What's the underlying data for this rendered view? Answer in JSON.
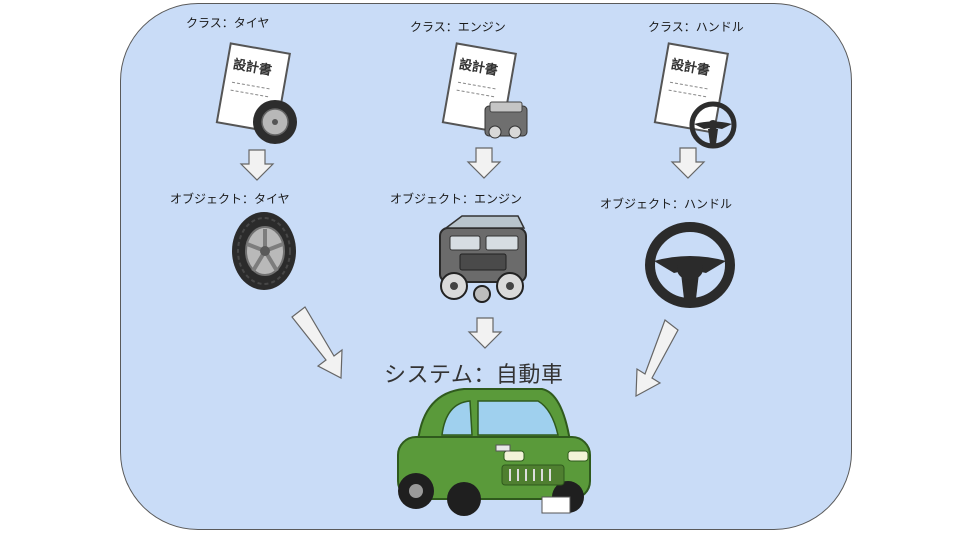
{
  "columns": [
    {
      "id": "tire",
      "class_label": "クラス：タイヤ",
      "object_label": "オブジェクト：タイヤ"
    },
    {
      "id": "engine",
      "class_label": "クラス：エンジン",
      "object_label": "オブジェクト：エンジン"
    },
    {
      "id": "handle",
      "class_label": "クラス：ハンドル",
      "object_label": "オブジェクト：ハンドル"
    }
  ],
  "doc_title": "設計書",
  "system_label": "システム：自動車",
  "colors": {
    "panel_bg": "#c9dcf7",
    "arrow_fill": "#f2f2f2",
    "car_body": "#5a9a3a"
  },
  "icons": [
    "design-document-icon",
    "tire-icon",
    "engine-icon",
    "steering-wheel-icon",
    "car-icon",
    "down-arrow-icon",
    "diagonal-arrow-icon"
  ]
}
